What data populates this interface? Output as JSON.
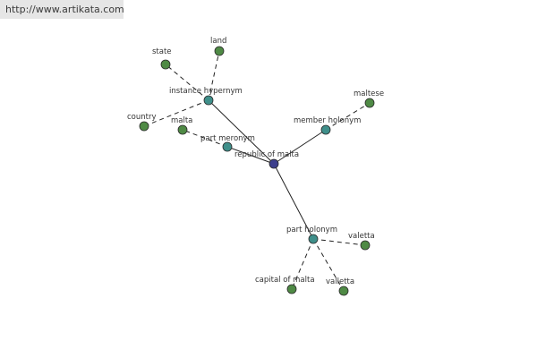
{
  "banner": {
    "url": "http://www.artikata.com"
  },
  "colors": {
    "root": "#3d3f8c",
    "relation": "#3f8f8a",
    "leaf": "#4f8a45",
    "edge": "#222222"
  },
  "graph": {
    "root": {
      "id": "republic",
      "label": "republic of malta"
    },
    "relations": [
      {
        "id": "instance_hypernym",
        "label": "instance hypernym"
      },
      {
        "id": "member_holonym",
        "label": "member holonym"
      },
      {
        "id": "part_meronym",
        "label": "part meronym"
      },
      {
        "id": "part_holonym",
        "label": "part holonym"
      }
    ],
    "leaves": [
      {
        "id": "state",
        "label": "state",
        "parent": "instance_hypernym"
      },
      {
        "id": "land",
        "label": "land",
        "parent": "instance_hypernym"
      },
      {
        "id": "country",
        "label": "country",
        "parent": "instance_hypernym"
      },
      {
        "id": "maltese",
        "label": "maltese",
        "parent": "member_holonym"
      },
      {
        "id": "malta",
        "label": "malta",
        "parent": "part_meronym"
      },
      {
        "id": "valetta",
        "label": "valetta",
        "parent": "part_holonym"
      },
      {
        "id": "capital_of_malta",
        "label": "capital of malta",
        "parent": "part_holonym"
      },
      {
        "id": "valletta",
        "label": "valletta",
        "parent": "part_holonym"
      }
    ]
  }
}
